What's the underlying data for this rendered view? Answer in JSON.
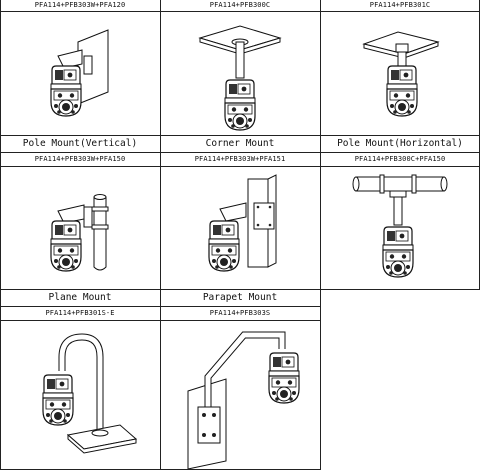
{
  "cells": [
    {
      "id": "wall",
      "code": "PFA114+PFB303W+PFA120",
      "title": "Wall Mount"
    },
    {
      "id": "ceiling",
      "code": "PFA114+PFB300C",
      "title": "Ceiling Mount"
    },
    {
      "id": "ceiling2",
      "code": "PFA114+PFB301C",
      "title": ""
    },
    {
      "id": "pole_v",
      "code": "PFA114+PFB303W+PFA150",
      "title": "Pole Mount(Vertical)"
    },
    {
      "id": "corner",
      "code": "PFA114+PFB303W+PFA151",
      "title": "Corner Mount"
    },
    {
      "id": "pole_h",
      "code": "PFA114+PFB300C+PFA150",
      "title": "Pole Mount(Horizontal)"
    },
    {
      "id": "plane",
      "code": "PFA114+PFB301S-E",
      "title": "Plane Mount"
    },
    {
      "id": "parapet",
      "code": "PFA114+PFB303S",
      "title": "Parapet Mount"
    }
  ],
  "icons": {
    "camera": "ptz-dome-camera-icon"
  }
}
